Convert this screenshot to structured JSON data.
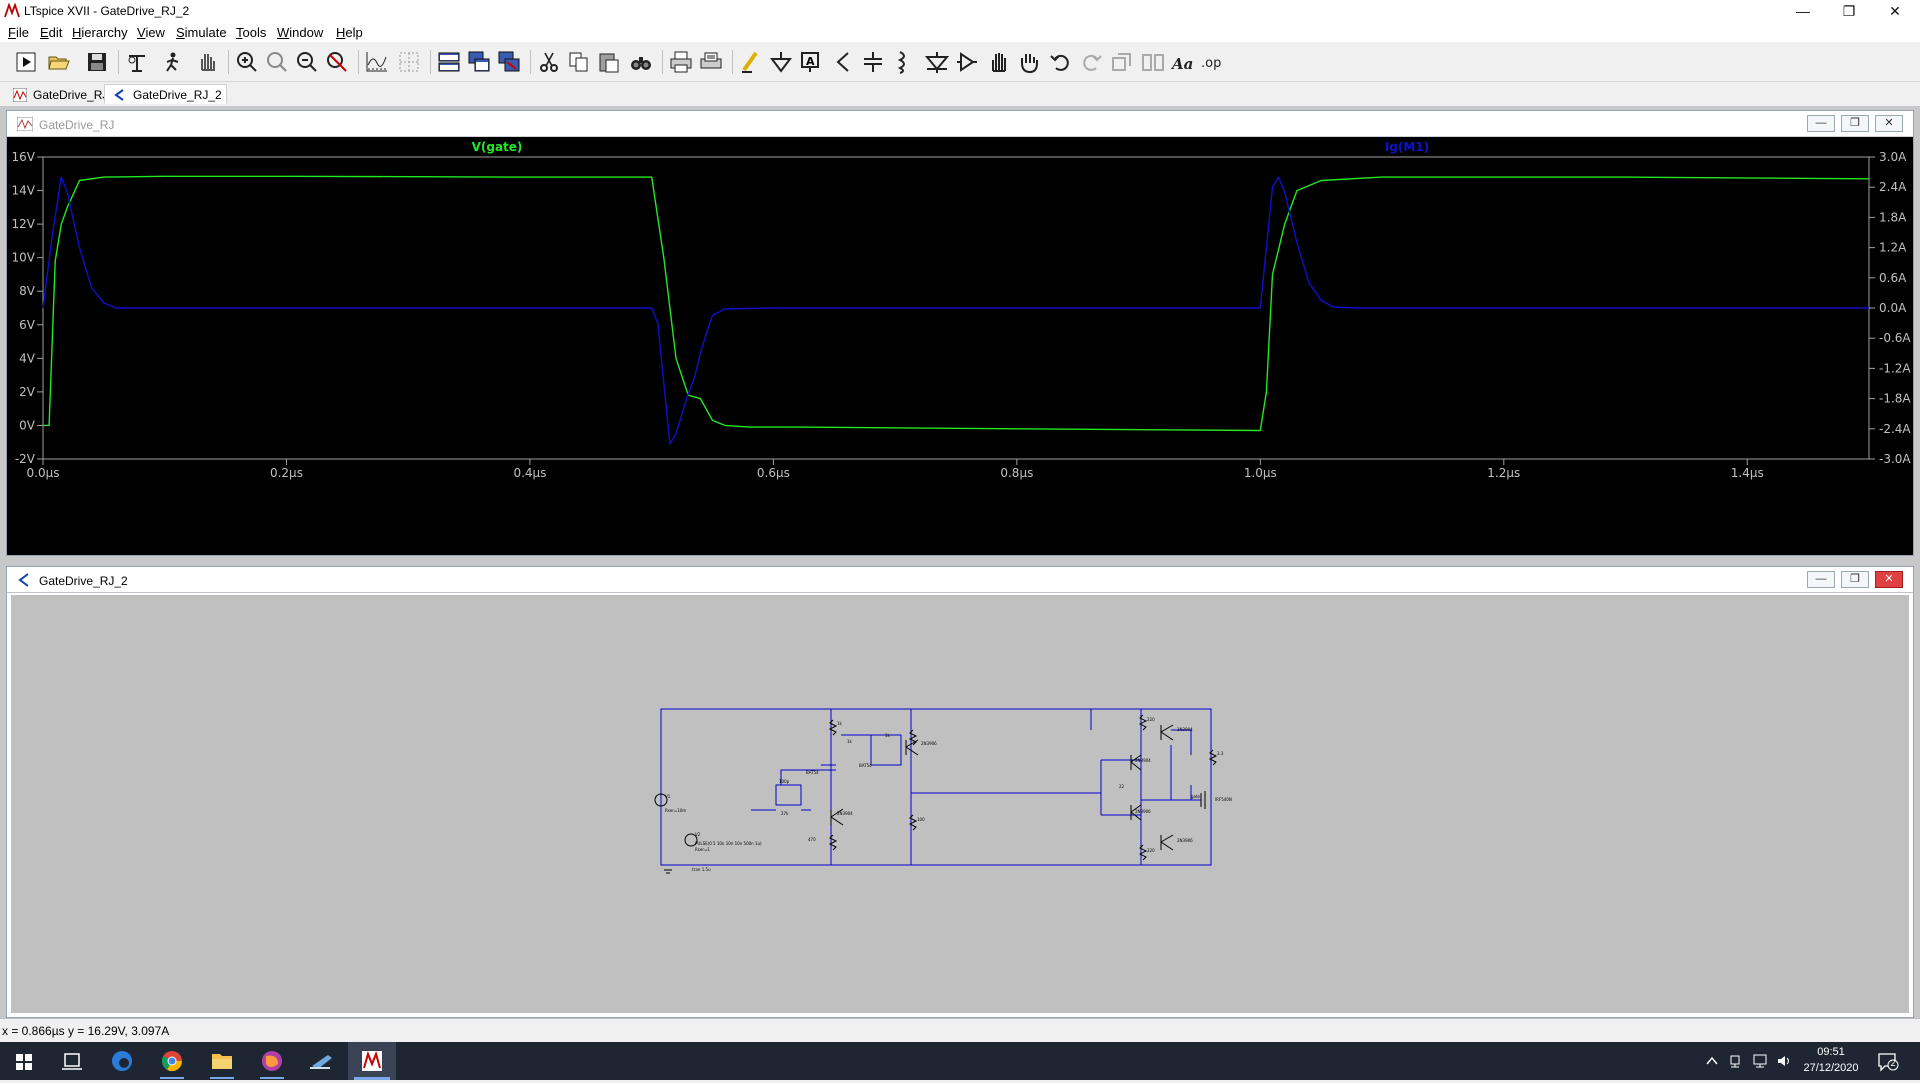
{
  "window": {
    "title": "LTspice XVII - GateDrive_RJ_2",
    "controls": [
      "—",
      "❐",
      "✕"
    ]
  },
  "menu": [
    {
      "label": "File",
      "key": "F",
      "rest": "ile"
    },
    {
      "label": "Edit",
      "key": "E",
      "rest": "dit"
    },
    {
      "label": "Hierarchy",
      "key": "H",
      "rest": "ierarchy"
    },
    {
      "label": "View",
      "key": "V",
      "rest": "iew"
    },
    {
      "label": "Simulate",
      "key": "S",
      "rest": "imulate"
    },
    {
      "label": "Tools",
      "key": "T",
      "rest": "ools"
    },
    {
      "label": "Window",
      "key": "W",
      "rest": "indow"
    },
    {
      "label": "Help",
      "key": "H",
      "rest": "elp"
    }
  ],
  "toolbar": {
    "icons": [
      "run-icon",
      "open-icon",
      "save-icon",
      "control-panel-icon",
      "halt-icon",
      "pan-icon",
      "zoom-in-icon",
      "zoom-full-icon",
      "zoom-out-icon",
      "zoom-cancel-icon",
      "autorange-icon",
      "grid-icon",
      "tile-horizontal-icon",
      "cascade-icon",
      "tile-vertical-icon",
      "cut-icon",
      "copy-icon",
      "paste-icon",
      "find-icon",
      "print-icon",
      "print-setup-icon",
      "draw-wire-icon",
      "ground-icon",
      "label-net-icon",
      "resistor-icon",
      "capacitor-icon",
      "inductor-icon",
      "diode-icon",
      "component-icon",
      "move-icon",
      "drag-icon",
      "undo-icon",
      "redo-icon",
      "rotate-icon",
      "mirror-icon",
      "text-icon",
      "spice-directive-icon"
    ],
    "text_label": "Aa",
    "op_label": ".op"
  },
  "tabs": [
    {
      "label": "GateDrive_RJ",
      "active": false
    },
    {
      "label": "GateDrive_RJ_2",
      "active": true
    }
  ],
  "plot_window": {
    "title": "GateDrive_RJ",
    "traces": [
      {
        "name": "V(gate)",
        "color": "#22e822"
      },
      {
        "name": "Ig(M1)",
        "color": "#1010cc"
      }
    ],
    "left_ticks": [
      "16V",
      "14V",
      "12V",
      "10V",
      "8V",
      "6V",
      "4V",
      "2V",
      "0V",
      "-2V"
    ],
    "right_ticks": [
      "3.0A",
      "2.4A",
      "1.8A",
      "1.2A",
      "0.6A",
      "0.0A",
      "-0.6A",
      "-1.2A",
      "-1.8A",
      "-2.4A",
      "-3.0A"
    ],
    "x_ticks": [
      "0.0µs",
      "0.2µs",
      "0.4µs",
      "0.6µs",
      "0.8µs",
      "1.0µs",
      "1.2µs",
      "1.4µs"
    ]
  },
  "chart_data": {
    "type": "line",
    "title": "",
    "xlabel": "",
    "ylabel": "",
    "xlim": [
      0,
      1.5
    ],
    "x_unit": "µs",
    "ylim_left": [
      -2,
      16
    ],
    "ylim_right": [
      -3.0,
      3.0
    ],
    "grid": false,
    "background": "#000000",
    "series": [
      {
        "name": "V(gate)",
        "axis": "left",
        "color": "#22e822",
        "x": [
          0.0,
          0.005,
          0.01,
          0.015,
          0.02,
          0.03,
          0.05,
          0.1,
          0.2,
          0.4,
          0.5,
          0.51,
          0.52,
          0.53,
          0.54,
          0.55,
          0.56,
          0.58,
          0.62,
          0.8,
          1.0,
          1.005,
          1.01,
          1.02,
          1.03,
          1.05,
          1.1,
          1.3,
          1.5
        ],
        "y": [
          0.0,
          0.0,
          9.8,
          12.0,
          13.0,
          14.6,
          14.8,
          14.85,
          14.85,
          14.8,
          14.8,
          10.0,
          4.0,
          1.8,
          1.6,
          0.3,
          0.0,
          -0.1,
          -0.1,
          -0.2,
          -0.3,
          2.0,
          9.0,
          12.0,
          14.0,
          14.6,
          14.8,
          14.8,
          14.7
        ]
      },
      {
        "name": "Ig(M1)",
        "axis": "right",
        "color": "#1010cc",
        "x": [
          0.0,
          0.008,
          0.015,
          0.02,
          0.03,
          0.04,
          0.05,
          0.06,
          0.08,
          0.1,
          0.4,
          0.5,
          0.505,
          0.51,
          0.515,
          0.52,
          0.525,
          0.53,
          0.535,
          0.54,
          0.545,
          0.55,
          0.56,
          0.6,
          1.0,
          1.005,
          1.01,
          1.015,
          1.02,
          1.03,
          1.04,
          1.05,
          1.06,
          1.08,
          1.1,
          1.5
        ],
        "y": [
          0.0,
          1.5,
          2.6,
          2.3,
          1.2,
          0.4,
          0.1,
          0.0,
          0.0,
          0.0,
          0.0,
          0.0,
          -0.3,
          -1.5,
          -2.7,
          -2.5,
          -2.1,
          -1.7,
          -1.4,
          -0.9,
          -0.5,
          -0.15,
          -0.02,
          0.0,
          0.0,
          1.2,
          2.4,
          2.6,
          2.3,
          1.3,
          0.5,
          0.15,
          0.02,
          0.0,
          0.0,
          0.0
        ]
      }
    ]
  },
  "schematic_window": {
    "title": "GateDrive_RJ_2",
    "labels": {
      "v1": "V1",
      "v1_rser": "Rser=10m",
      "v2": "V2",
      "pulse": "PULSE(0 5 10n 10n 10n 500n 1u)",
      "v2_rser": "Rser=1",
      "tran": ".tran 1.5u",
      "c1": "100p",
      "r1": "27k",
      "d1": "BAT54",
      "r3": "1k",
      "r2": "470",
      "q1": "2N3904",
      "r4": "1k",
      "d2": "BAT54",
      "r5": "1k",
      "q2": "2N3906",
      "r6": "100",
      "r7": "220",
      "q3": "2N3904",
      "q4": "2N3906",
      "r8": "3.3",
      "q5": "2N3904",
      "q6": "2N3906",
      "r9": "22",
      "r10": "220",
      "m1": "IRF540N",
      "gate": "gate"
    }
  },
  "status": {
    "text": "x = 0.866µs    y = 16.29V, 3.097A"
  },
  "taskbar": {
    "apps": [
      "start-icon",
      "task-view-icon",
      "edge-icon",
      "chrome-icon",
      "explorer-icon",
      "affinity-icon",
      "laptop-app-icon",
      "ltspice-icon"
    ],
    "time": "09:51",
    "date": "27/12/2020",
    "notifications": "2"
  },
  "colors": {
    "plot_bg": "#000000",
    "axis_text": "#c0c0c0",
    "wire": "#0000cc",
    "taskbar": "#1f2633"
  }
}
